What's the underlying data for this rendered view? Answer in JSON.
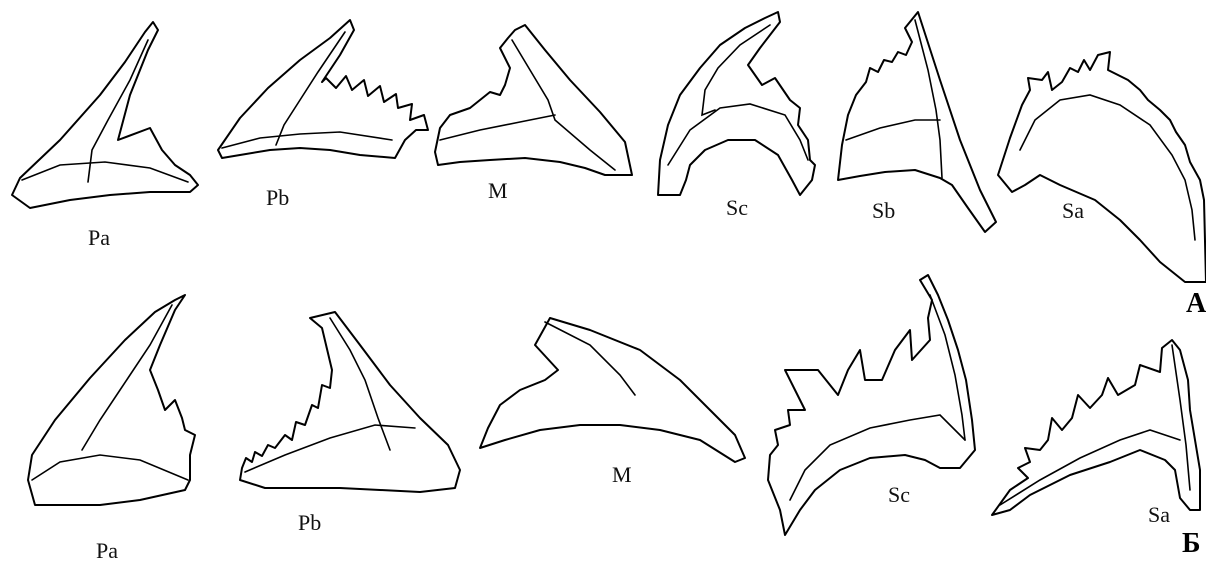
{
  "row_a": {
    "panel_label": "А",
    "elements": [
      "Pa",
      "Pb",
      "M",
      "Sc",
      "Sb",
      "Sa"
    ]
  },
  "row_b": {
    "panel_label": "Б",
    "elements": [
      "Pa",
      "Pb",
      "M",
      "Sc",
      "Sa"
    ]
  },
  "colors": {
    "line": "#000000",
    "background": "#ffffff"
  }
}
